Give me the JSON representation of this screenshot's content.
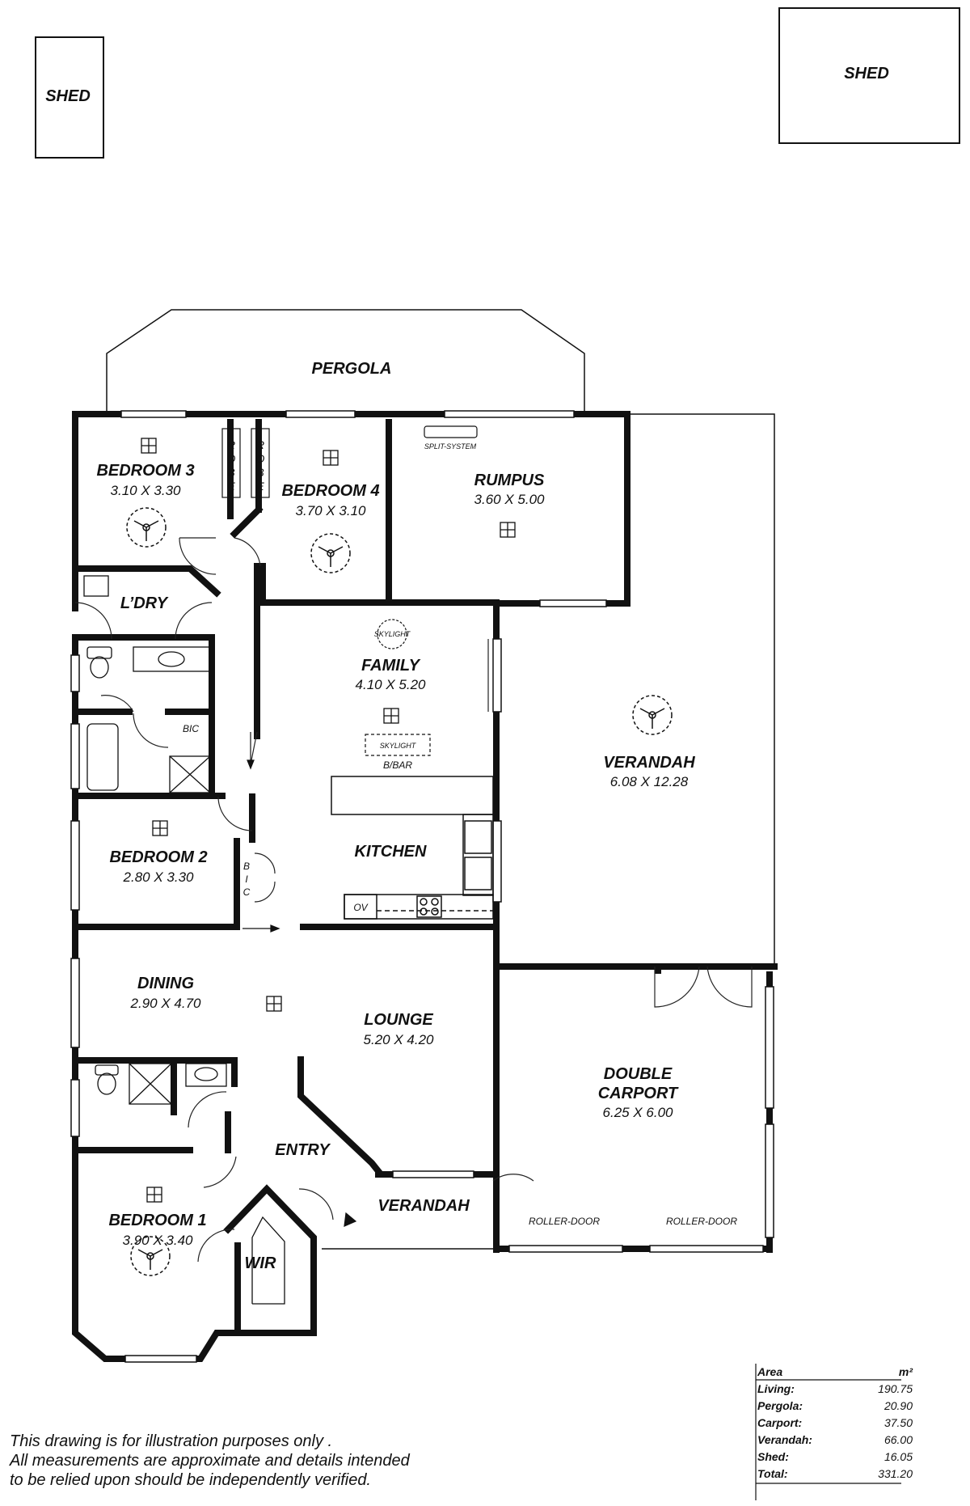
{
  "outbuildings": {
    "shed_left": "SHED",
    "shed_right": "SHED",
    "pergola": "PERGOLA"
  },
  "rooms": {
    "bedroom3": {
      "name": "BEDROOM 3",
      "dims": "3.10 X 3.30"
    },
    "bedroom4": {
      "name": "BEDROOM 4",
      "dims": "3.70 X 3.10"
    },
    "rumpus": {
      "name": "RUMPUS",
      "dims": "3.60 X 5.00"
    },
    "laundry": {
      "name": "L’DRY"
    },
    "family": {
      "name": "FAMILY",
      "dims": "4.10 X 5.20"
    },
    "verandah_side": {
      "name": "VERANDAH",
      "dims": "6.08 X 12.28"
    },
    "kitchen": {
      "name": "KITCHEN"
    },
    "bedroom2": {
      "name": "BEDROOM 2",
      "dims": "2.80 X 3.30"
    },
    "dining": {
      "name": "DINING",
      "dims": "2.90 X 4.70"
    },
    "lounge": {
      "name": "LOUNGE",
      "dims": "5.20 X 4.20"
    },
    "carport": {
      "name_line1": "DOUBLE",
      "name_line2": "CARPORT",
      "dims": "6.25 X 6.00"
    },
    "entry": {
      "name": "ENTRY"
    },
    "verandah_front": {
      "name": "VERANDAH"
    },
    "bedroom1": {
      "name": "BEDROOM 1",
      "dims": "3.90 X 3.40"
    },
    "wir": {
      "name": "WIR"
    }
  },
  "fixtures": {
    "robe": [
      "R",
      "O",
      "B",
      "E"
    ],
    "split_system": "SPLIT-SYSTEM",
    "skylight": "SKYLIGHT",
    "bbar": "B/BAR",
    "bic": "BIC",
    "bic_vertical": [
      "B",
      "I",
      "C"
    ],
    "oven": "OV",
    "roller_door_1": "ROLLER-DOOR",
    "roller_door_2": "ROLLER-DOOR"
  },
  "area_table": {
    "header_label": "Area",
    "header_unit": "m²",
    "rows": [
      {
        "label": "Living:",
        "value": "190.75"
      },
      {
        "label": "Pergola:",
        "value": "20.90"
      },
      {
        "label": "Carport:",
        "value": "37.50"
      },
      {
        "label": "Verandah:",
        "value": "66.00"
      },
      {
        "label": "Shed:",
        "value": "16.05"
      },
      {
        "label": "Total:",
        "value": "331.20"
      }
    ]
  },
  "disclaimer": [
    "This drawing is for illustration purposes only .",
    "All measurements are approximate and details intended",
    "to be relied upon should be independently verified."
  ],
  "colors": {
    "wall": "#111111",
    "line": "#222222",
    "background": "#ffffff"
  }
}
